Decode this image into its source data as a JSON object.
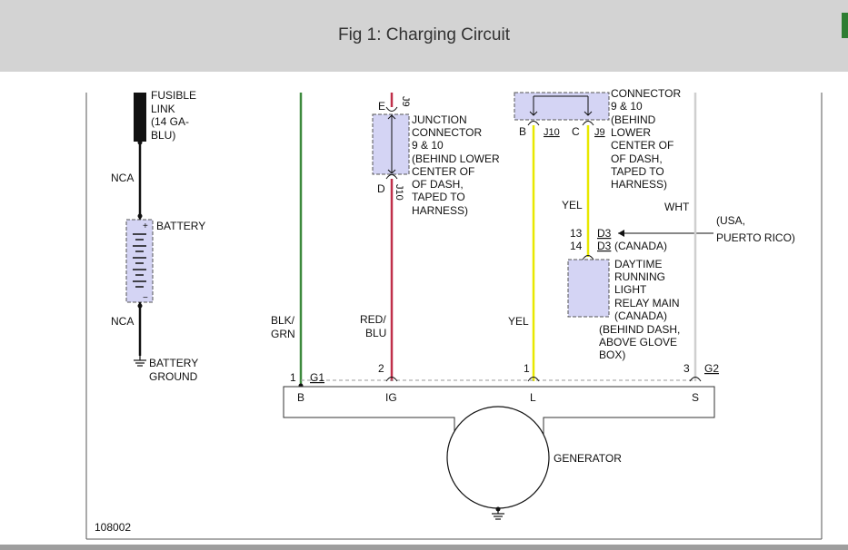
{
  "header": {
    "title": "Fig 1: Charging Circuit"
  },
  "figure_id": "108002",
  "colors": {
    "green_wire": "#3d8a3d",
    "red_wire": "#c0304a",
    "yellow_wire": "#e8e800",
    "white_wire": "#cfcfcf",
    "connector_fill": "#d4d4f4"
  },
  "left": {
    "fusible_link": [
      "FUSIBLE",
      "LINK",
      "(14 GA-",
      "BLU)"
    ],
    "nca1": "NCA",
    "battery": "BATTERY",
    "nca2": "NCA",
    "battery_ground": [
      "BATTERY",
      "GROUND"
    ]
  },
  "junction_left": {
    "pin_top": "E",
    "pin_top_conn": "J9",
    "pin_bottom": "D",
    "pin_bottom_conn": "J10",
    "label": [
      "JUNCTION",
      "CONNECTOR",
      "9 & 10",
      "(BEHIND LOWER",
      "CENTER OF",
      "OF DASH,",
      "TAPED TO",
      "HARNESS)"
    ]
  },
  "junction_right": {
    "pin_b": "B",
    "pin_b_conn": "J10",
    "pin_c": "C",
    "pin_c_conn": "J9",
    "label": [
      "CONNECTOR",
      "9 & 10",
      "(BEHIND",
      "LOWER",
      "CENTER OF",
      "OF DASH,",
      "TAPED TO",
      "HARNESS)"
    ]
  },
  "drl": {
    "yel": "YEL",
    "wht": "WHT",
    "pin13": "13",
    "pin14": "14",
    "d3a": "D3",
    "d3b": "D3",
    "canada": "(CANADA)",
    "usa": "(USA,",
    "puerto_rico": "PUERTO RICO)",
    "relay_label": [
      "DAYTIME",
      "RUNNING",
      "LIGHT",
      "RELAY MAIN",
      "(CANADA)",
      "(BEHIND DASH,",
      "ABOVE GLOVE",
      "BOX)"
    ]
  },
  "wires": {
    "blk_grn": [
      "BLK/",
      "GRN"
    ],
    "red_blu": [
      "RED/",
      "BLU"
    ],
    "yel": "YEL"
  },
  "generator": {
    "pin1": "1",
    "g1": "G1",
    "pin2": "2",
    "pin1b": "1",
    "pin3": "3",
    "g2": "G2",
    "term_b": "B",
    "term_ig": "IG",
    "term_l": "L",
    "term_s": "S",
    "label": "GENERATOR"
  }
}
